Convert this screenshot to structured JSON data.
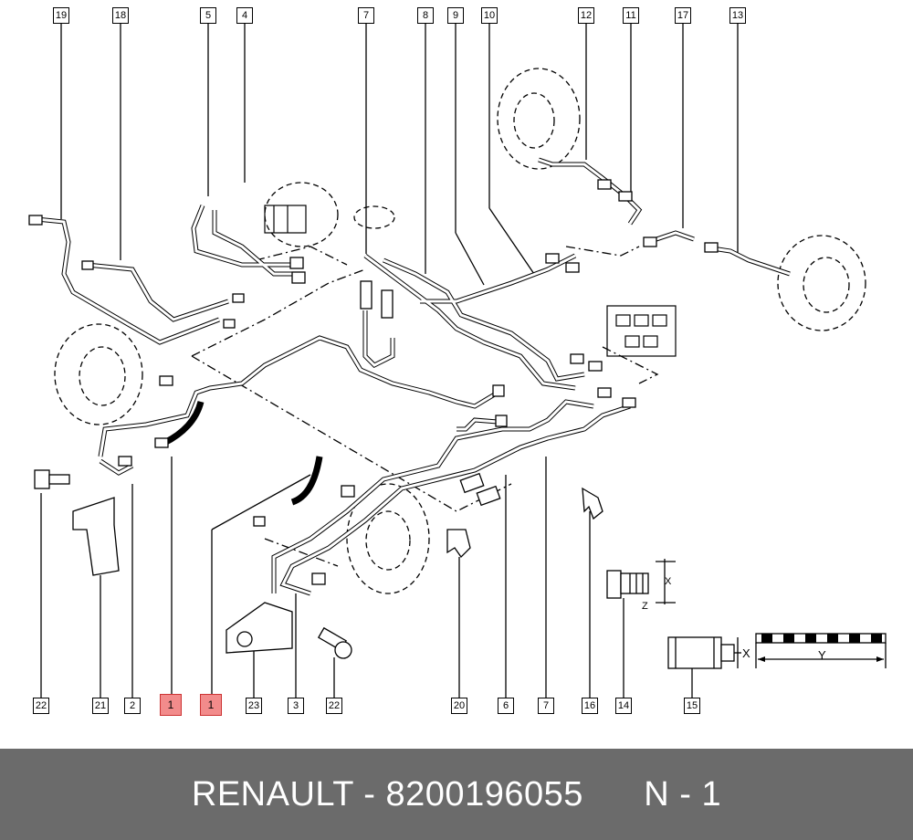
{
  "callouts_top": [
    "19",
    "18",
    "5",
    "4",
    "7",
    "8",
    "9",
    "10",
    "12",
    "11",
    "17",
    "13"
  ],
  "callouts_bottom": [
    "22",
    "21",
    "2",
    "1",
    "1",
    "23",
    "3",
    "22",
    "20",
    "6",
    "7",
    "16",
    "14",
    "15"
  ],
  "highlighted_part": "1",
  "dimension_labels": {
    "x": "X",
    "y": "Y",
    "z": "Z",
    "x_small": "X"
  },
  "footer": {
    "brand": "RENAULT",
    "separator": " - ",
    "part_number": "8200196055",
    "quantity_label": "N - 1"
  },
  "colors": {
    "footer_bg": "#6b6b6b",
    "highlight": "#f28b8b"
  }
}
